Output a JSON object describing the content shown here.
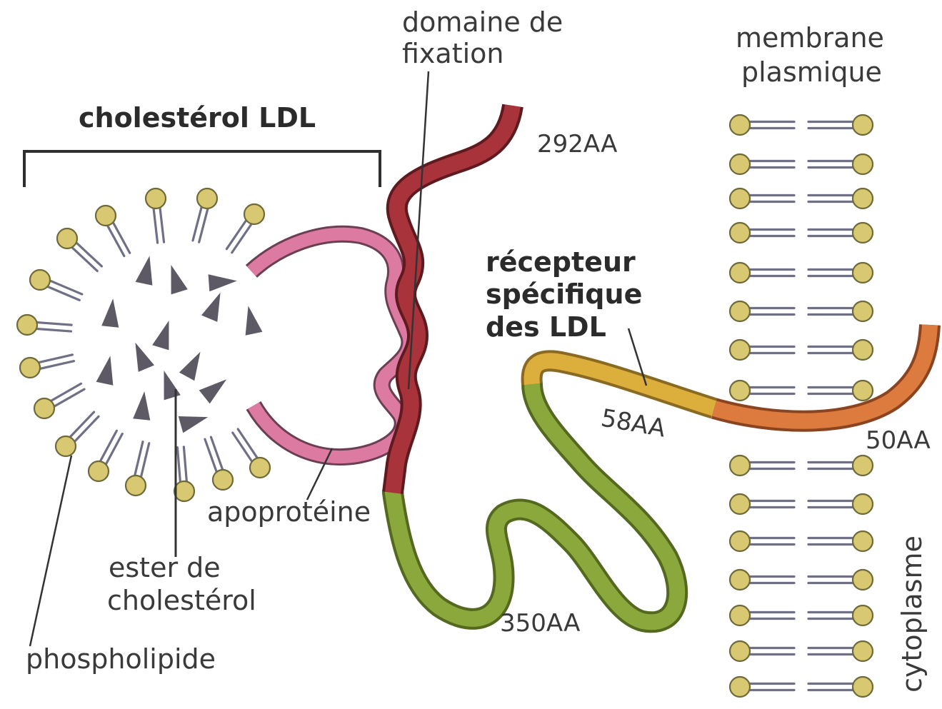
{
  "labels": {
    "ldl_title": "cholestérol LDL",
    "binding_line1": "domaine de",
    "binding_line2": "fixation",
    "membrane_line1": "membrane",
    "membrane_line2": "plasmique",
    "receptor_line1": "récepteur",
    "receptor_line2": "spécifique",
    "receptor_line3": "des LDL",
    "aa_292": "292AA",
    "aa_58": "58AA",
    "aa_50": "50AA",
    "aa_350": "350AA",
    "apoprotein": "apoprotéine",
    "ester_line1": "ester de",
    "ester_line2": "cholestérol",
    "phospholipid": "phospholipide",
    "cytoplasm": "cytoplasme"
  },
  "colors": {
    "lipid_head": "#d8c872",
    "lipid_outline": "#6f6a3a",
    "tail": "#6f6f86",
    "ester": "#5d5a66",
    "apoprotein": "#dd7aa2",
    "domain_red": "#a8333a",
    "segment_yellow": "#dcae3c",
    "segment_orange": "#dd7a3e",
    "segment_green": "#8aa83c",
    "ink": "#3a3a3a"
  }
}
